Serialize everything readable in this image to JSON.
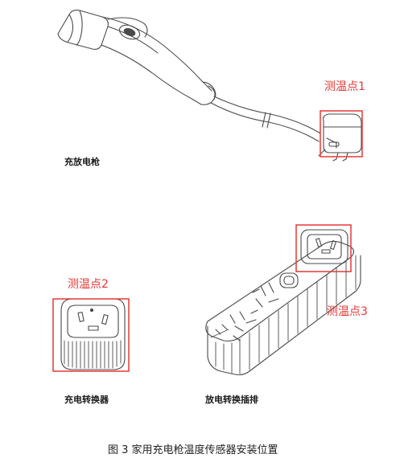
{
  "figure": {
    "caption": "图 3 家用充电枪温度传感器安装位置",
    "items": {
      "charging_gun": "充放电枪",
      "adapter": "充电转换器",
      "power_strip": "放电转换插排"
    },
    "measure_points": {
      "p1": "测温点1",
      "p2": "测温点2",
      "p3": "测温点3"
    },
    "colors": {
      "highlight": "#e53935",
      "line": "#4a4a4a"
    }
  }
}
